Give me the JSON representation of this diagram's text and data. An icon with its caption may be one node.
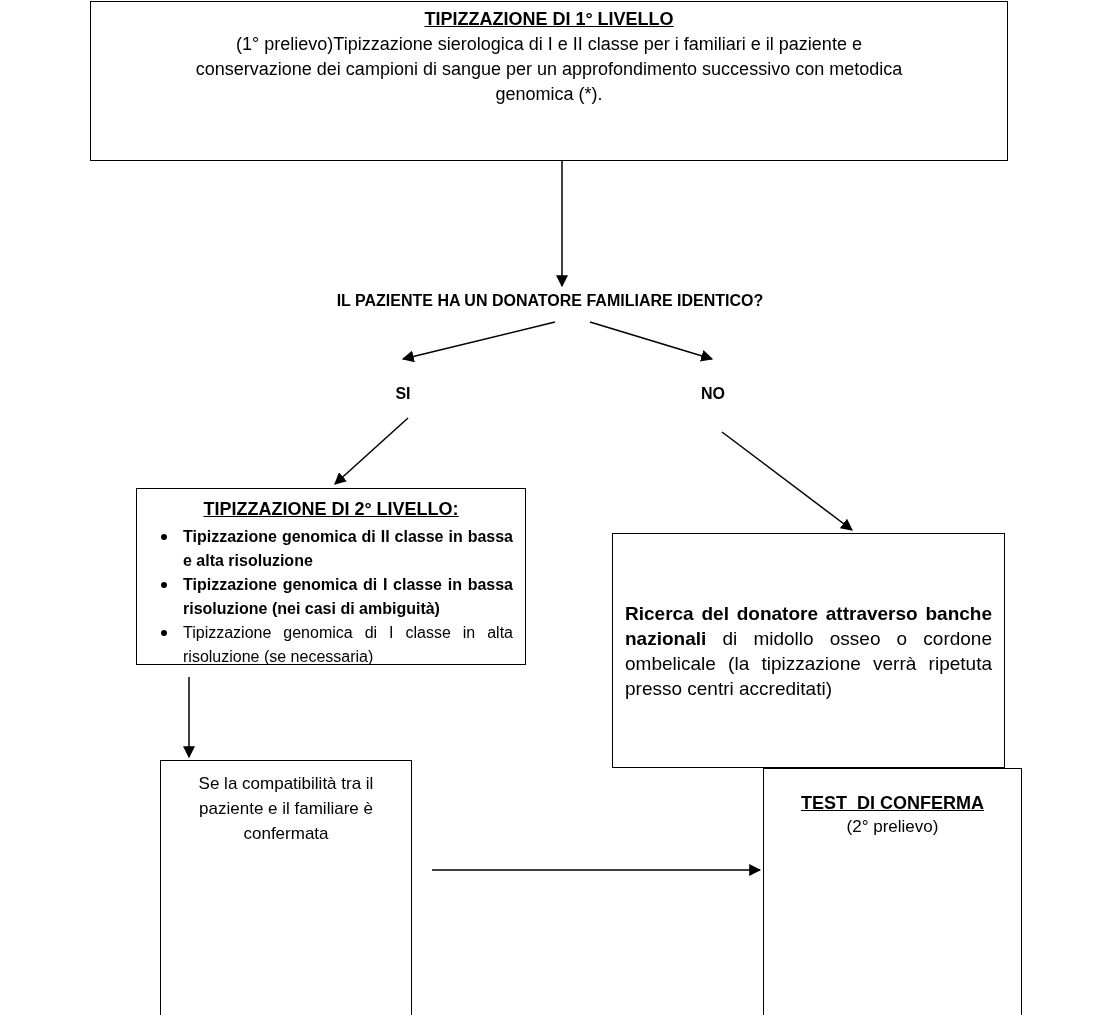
{
  "diagram": {
    "nodes": [
      {
        "text": [
          "TIPIZZAZIONE DI 1° LIVELLO",
          "(1° prelievo)Tipizzazione sierologica di I e II classe per i familiari e il paziente e conservazione dei campioni di sangue per un approfondimento successivo con metodica genomica (*)."
        ]
      },
      {
        "text": [
          "IL PAZIENTE HA UN DONATORE FAMILIARE IDENTICO?"
        ]
      },
      {
        "text": [
          "SI"
        ]
      },
      {
        "text": [
          "NO"
        ]
      },
      {
        "text": [
          "TIPIZZAZIONE DI 2° LIVELLO:",
          "Tipizzazione genomica di II classe in bassa e alta risoluzione",
          "Tipizzazione genomica di I classe in bassa risoluzione (nei casi di ambiguità)",
          "Tipizzazione genomica di I classe in alta risoluzione (se necessaria)"
        ]
      },
      {
        "text": [
          "**Ricerca del donatore attraverso banche nazionali** di midollo osseo o cordone ombelicale (la tipizzazione verrà ripetuta presso centri accreditati)"
        ]
      },
      {
        "text": [
          "Se la compatibilità tra il paziente e il familiare è confermata"
        ]
      },
      {
        "text": [
          "TEST  DI CONFERMA",
          "(2° prelievo)"
        ]
      }
    ],
    "edges": [
      {
        "from": 0,
        "to": 1,
        "arrow": "to"
      },
      {
        "from": 1,
        "to": 2,
        "arrow": "to"
      },
      {
        "from": 1,
        "to": 3,
        "arrow": "to"
      },
      {
        "from": 2,
        "to": 4,
        "arrow": "to"
      },
      {
        "from": 3,
        "to": 5,
        "arrow": "to"
      },
      {
        "from": 4,
        "to": 6,
        "arrow": "to"
      },
      {
        "from": 6,
        "to": 7,
        "arrow": "to"
      }
    ]
  }
}
